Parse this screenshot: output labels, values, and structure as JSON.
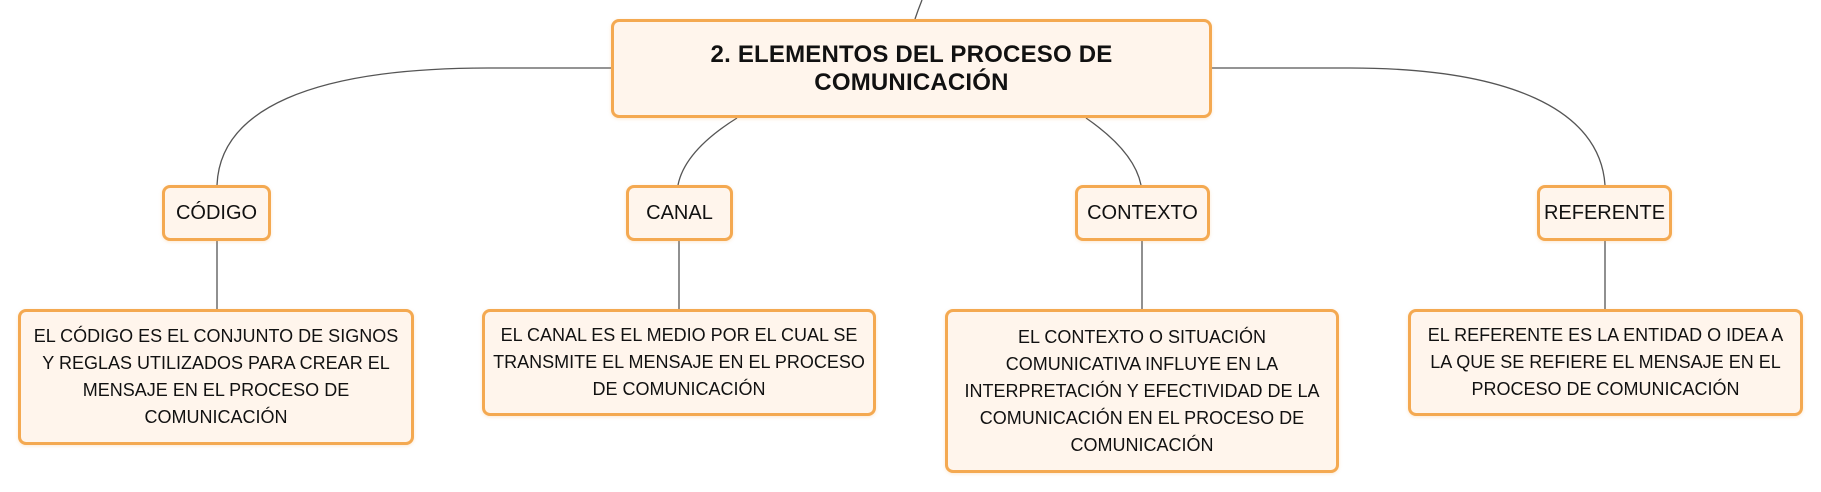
{
  "colors": {
    "node_fill": "#fff5ec",
    "node_border": "#f4a951",
    "connector": "#555555"
  },
  "root": {
    "label": "2. ELEMENTOS DEL PROCESO DE COMUNICACIÓN"
  },
  "branches": [
    {
      "label": "CÓDIGO",
      "description": "EL CÓDIGO ES EL CONJUNTO DE SIGNOS Y REGLAS UTILIZADOS PARA CREAR EL MENSAJE EN EL PROCESO DE COMUNICACIÓN"
    },
    {
      "label": "CANAL",
      "description": "EL CANAL ES EL MEDIO POR EL CUAL SE TRANSMITE EL MENSAJE EN EL PROCESO DE COMUNICACIÓN"
    },
    {
      "label": "CONTEXTO",
      "description": "EL CONTEXTO O SITUACIÓN COMUNICATIVA INFLUYE EN LA INTERPRETACIÓN Y EFECTIVIDAD DE LA COMUNICACIÓN EN EL PROCESO DE COMUNICACIÓN"
    },
    {
      "label": "REFERENTE",
      "description": "EL REFERENTE ES LA ENTIDAD O IDEA A LA QUE SE REFIERE EL MENSAJE EN EL PROCESO DE COMUNICACIÓN"
    }
  ]
}
